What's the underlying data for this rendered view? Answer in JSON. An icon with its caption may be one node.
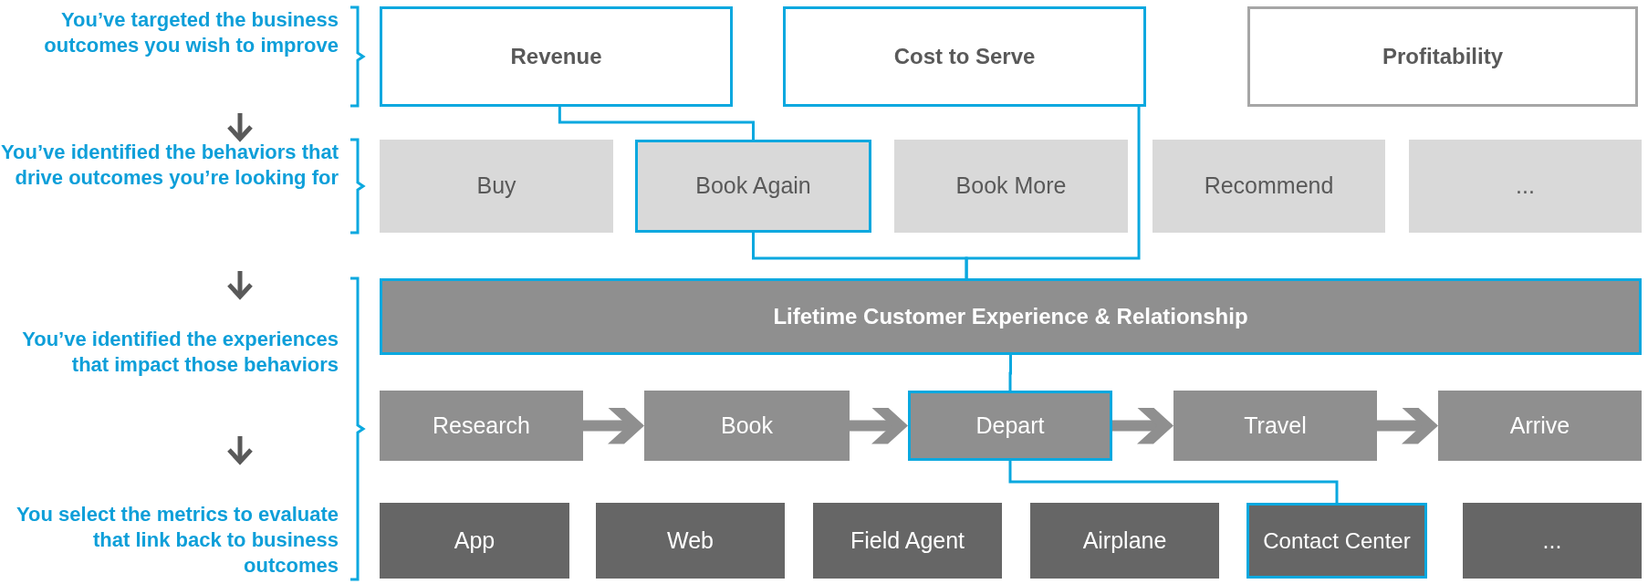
{
  "diagram": {
    "nodes": [
      {
        "text": [
          "Revenue"
        ]
      },
      {
        "text": [
          "Cost to Serve"
        ]
      },
      {
        "text": [
          "Profitability"
        ]
      },
      {
        "text": [
          "Buy"
        ]
      },
      {
        "text": [
          "Book Again"
        ]
      },
      {
        "text": [
          "Book More"
        ]
      },
      {
        "text": [
          "Recommend"
        ]
      },
      {
        "text": [
          "..."
        ]
      },
      {
        "text": [
          "Lifetime Customer Experience & Relationship"
        ]
      },
      {
        "text": [
          "Research"
        ]
      },
      {
        "text": [
          "Book"
        ]
      },
      {
        "text": [
          "Depart"
        ]
      },
      {
        "text": [
          "Travel"
        ]
      },
      {
        "text": [
          "Arrive"
        ]
      },
      {
        "text": [
          "App"
        ]
      },
      {
        "text": [
          "Web"
        ]
      },
      {
        "text": [
          "Field Agent"
        ]
      },
      {
        "text": [
          "Airplane"
        ]
      },
      {
        "text": [
          "Contact Center"
        ]
      },
      {
        "text": [
          "..."
        ]
      }
    ],
    "edges": [
      {
        "from": 0,
        "to": 4,
        "arrow": "none"
      },
      {
        "from": 4,
        "to": 8,
        "arrow": "none"
      },
      {
        "from": 1,
        "to": 8,
        "arrow": "none"
      },
      {
        "from": 8,
        "to": 11,
        "arrow": "none"
      },
      {
        "from": 9,
        "to": 10,
        "arrow": "to",
        "style": "thick",
        "color": "#8f8f8f"
      },
      {
        "from": 10,
        "to": 11,
        "arrow": "to",
        "style": "thick",
        "color": "#8f8f8f"
      },
      {
        "from": 11,
        "to": 12,
        "arrow": "to",
        "style": "thick",
        "color": "#8f8f8f"
      },
      {
        "from": 12,
        "to": 13,
        "arrow": "to",
        "style": "thick",
        "color": "#8f8f8f"
      },
      {
        "from": 11,
        "to": 18,
        "arrow": "none"
      }
    ],
    "labels": [
      "You’ve targeted the business outcomes you wish to improve",
      "You’ve identified the behaviors that drive outcomes you’re looking for",
      "You’ve identified the experiences that impact those behaviors",
      "You select the metrics to evaluate that link back to business outcomes"
    ]
  }
}
